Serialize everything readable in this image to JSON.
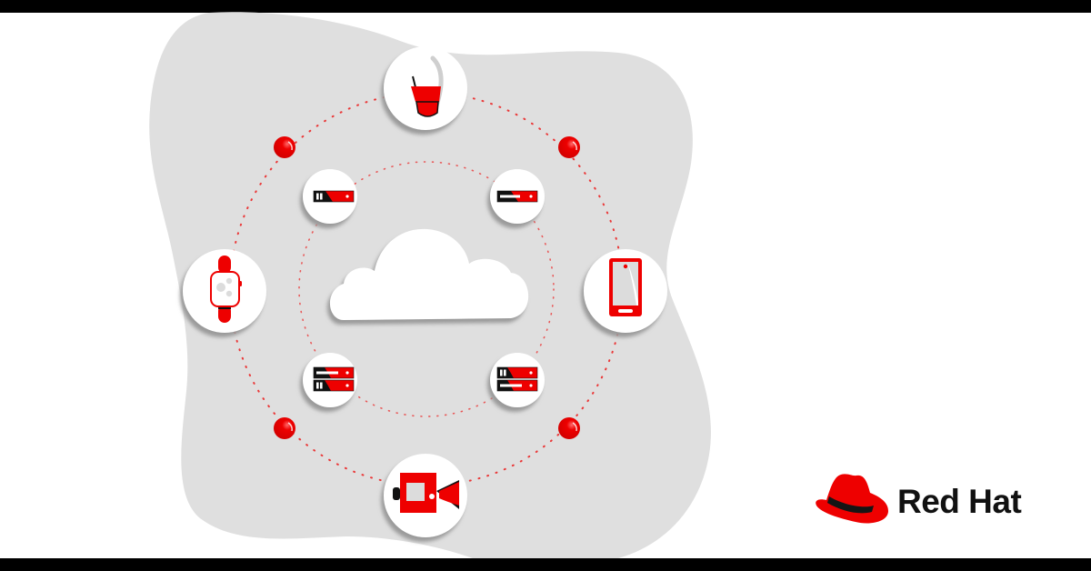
{
  "brand": {
    "name": "Red Hat",
    "primary_color": "#ee0000",
    "text_color": "#151515"
  },
  "illustration": {
    "title": "Cloud connected to edge devices",
    "background_blob_color": "#dfdfdf",
    "center": {
      "icon": "cloud-icon"
    },
    "outer_devices": [
      {
        "position": "top",
        "icon": "light-bulb-icon"
      },
      {
        "position": "left",
        "icon": "smartwatch-icon"
      },
      {
        "position": "right",
        "icon": "smartphone-icon"
      },
      {
        "position": "bottom",
        "icon": "video-camera-icon"
      }
    ],
    "inner_servers": [
      {
        "position": "top-left",
        "icon": "server-single-icon"
      },
      {
        "position": "top-right",
        "icon": "server-single-icon"
      },
      {
        "position": "bottom-left",
        "icon": "server-stack-icon"
      },
      {
        "position": "bottom-right",
        "icon": "server-stack-icon"
      }
    ],
    "connector_nodes": 4
  }
}
